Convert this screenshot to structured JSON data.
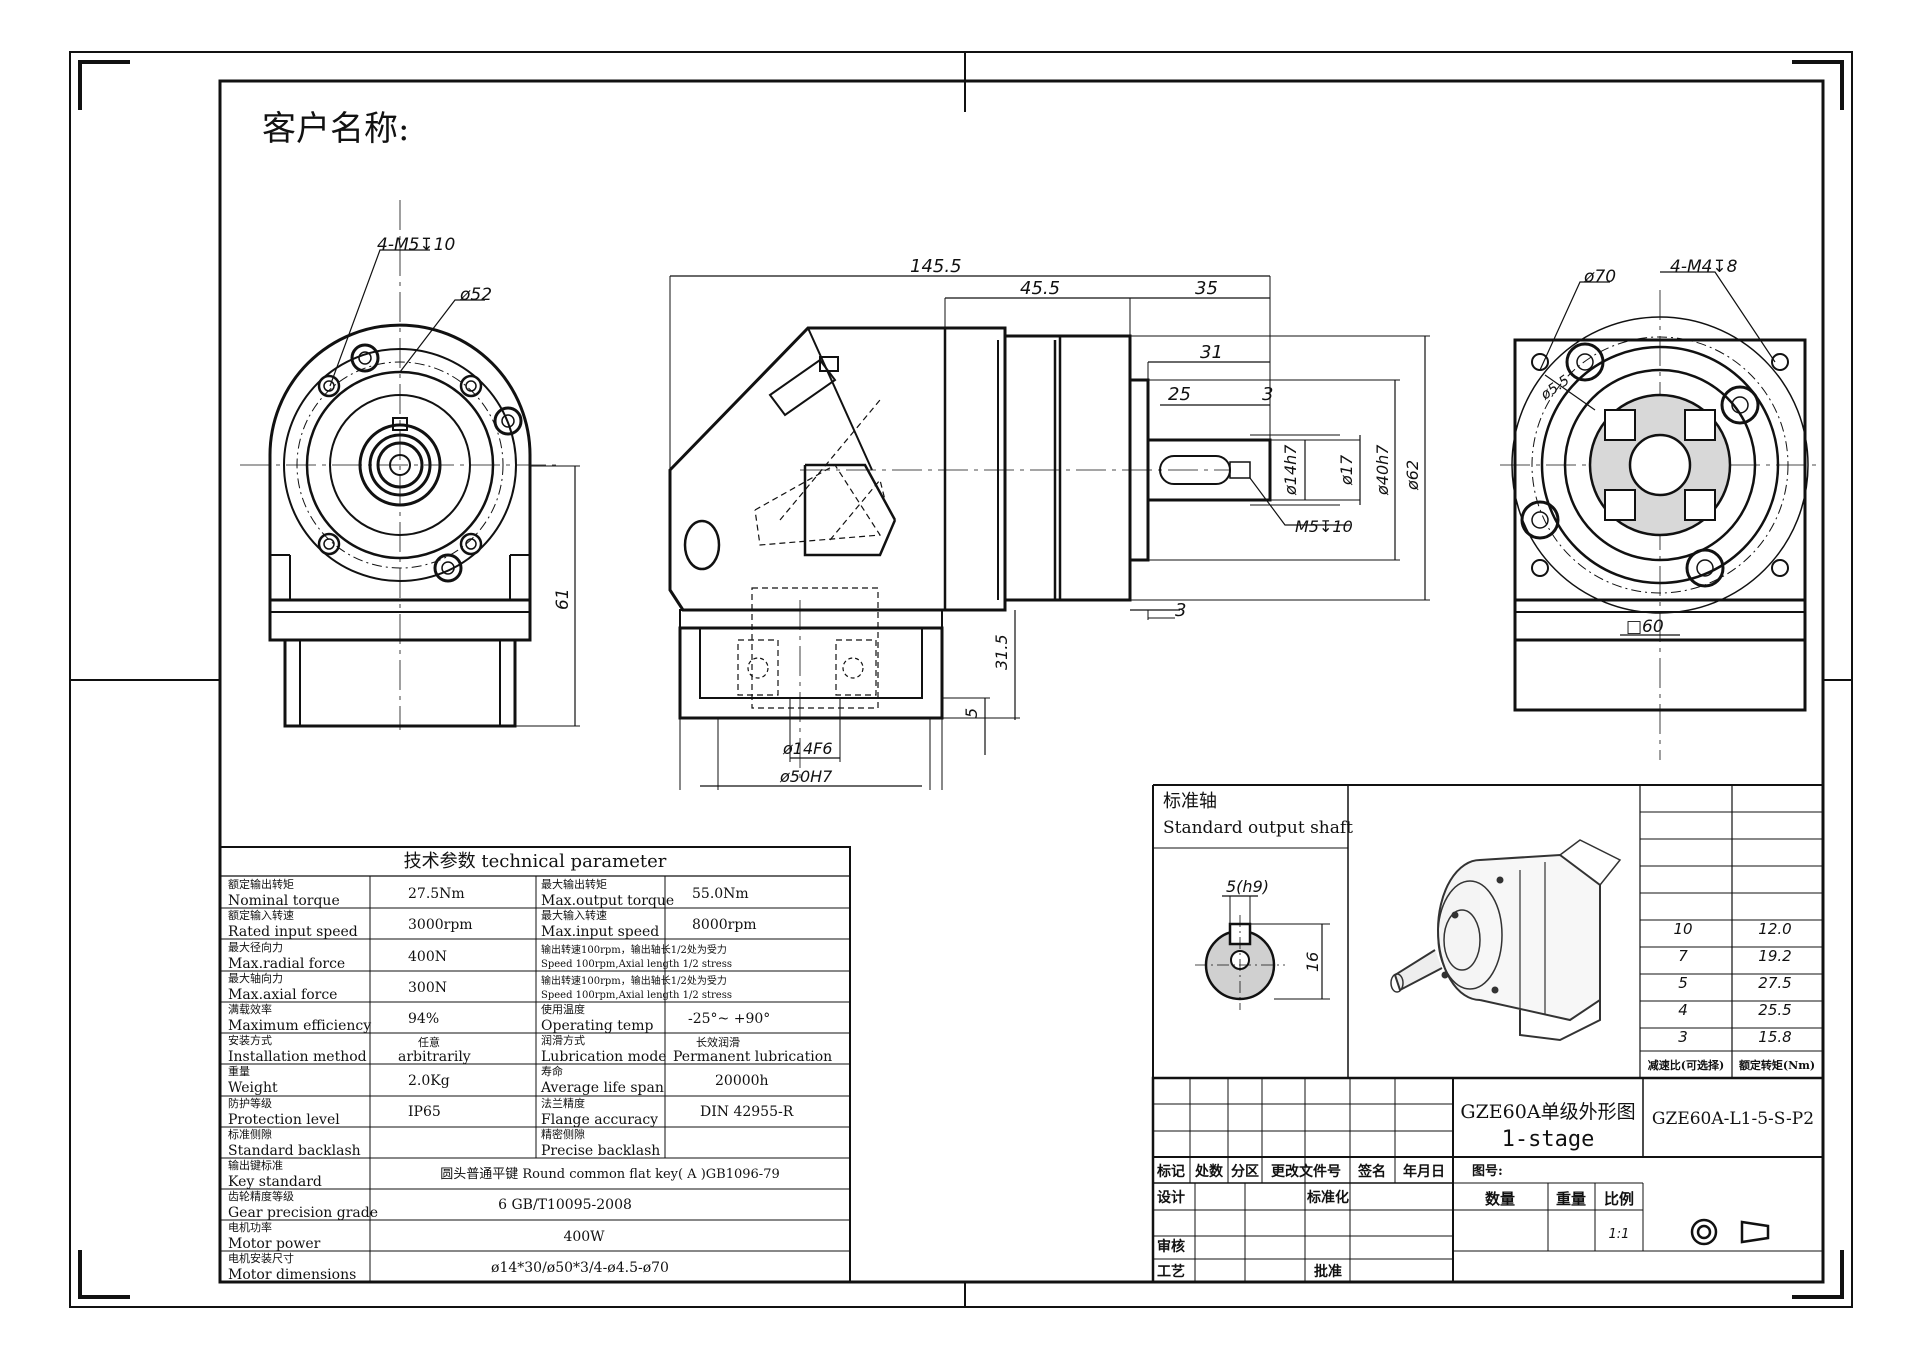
{
  "customer_label": "客户名称:",
  "dimensions": {
    "front_holes": "4-M5↧10",
    "front_pcd": "ø52",
    "front_height": "61",
    "total_length": "145.5",
    "body_length": "45.5",
    "shaft_length": "35",
    "key_length_31": "31",
    "key_length_25": "25",
    "key_offset_3": "3",
    "shaft_dia_14": "ø14h7",
    "shaft_dia_17": "ø17",
    "pilot_dia_40": "ø40h7",
    "flange_62": "ø62",
    "shaft_tap": "M5↧10",
    "flange_thk_3": "3",
    "input_dia_14": "ø14F6",
    "input_dia_50": "ø50H7",
    "height_31_5": "31.5",
    "height_5": "5",
    "rear_pcd": "ø70",
    "rear_holes": "4-M4↧8",
    "rear_dia_5": "ø5.5",
    "rear_square": "□60"
  },
  "shaft_section": {
    "title_cn": "标准轴",
    "title_en": "Standard output shaft",
    "key_width": "5(h9)",
    "key_height": "16"
  },
  "tech_table": {
    "title": "技术参数   technical parameter",
    "rows": [
      {
        "cn1": "额定输出转矩",
        "en1": "Nominal torque",
        "v1": "27.5Nm",
        "cn2": "最大输出转矩",
        "en2": "Max.output torque",
        "v2": "55.0Nm"
      },
      {
        "cn1": "额定输入转速",
        "en1": "Rated input speed",
        "v1": "3000rpm",
        "cn2": "最大输入转速",
        "en2": "Max.input speed",
        "v2": "8000rpm"
      },
      {
        "cn1": "最大径向力",
        "en1": "Max.radial force",
        "v1": "400N",
        "cn2": "输出转速100rpm，输出轴长1/2处为受力",
        "en2": "Speed 100rpm,Axial length 1/2 stress",
        "v2": ""
      },
      {
        "cn1": "最大轴向力",
        "en1": "Max.axial force",
        "v1": "300N",
        "cn2": "输出转速100rpm，输出轴长1/2处为受力",
        "en2": "Speed 100rpm,Axial length 1/2 stress",
        "v2": ""
      },
      {
        "cn1": "满载效率",
        "en1": "Maximum efficiency",
        "v1": "94%",
        "cn2": "使用温度",
        "en2": "Operating temp",
        "v2": "-25°~ +90°"
      },
      {
        "cn1": "安装方式",
        "en1": "Installation method",
        "v1": "任意",
        "v1b": "arbitrarily",
        "cn2": "润滑方式",
        "en2": "Lubrication mode",
        "v2": "长效润滑",
        "v2b": "Permanent lubrication"
      },
      {
        "cn1": "重量",
        "en1": "Weight",
        "v1": "2.0Kg",
        "cn2": "寿命",
        "en2": "Average life span",
        "v2": "20000h"
      },
      {
        "cn1": "防护等级",
        "en1": "Protection level",
        "v1": "IP65",
        "cn2": "法兰精度",
        "en2": "Flange accuracy",
        "v2": "DIN 42955-R"
      },
      {
        "cn1": "标准侧隙",
        "en1": "Standard backlash",
        "v1": "",
        "cn2": "精密侧隙",
        "en2": "Precise backlash",
        "v2": ""
      }
    ],
    "wide_rows": [
      {
        "cn": "输出键标准",
        "en": "Key standard",
        "v": "圆头普通平键  Round common flat key( A )GB1096-79"
      },
      {
        "cn": "齿轮精度等级",
        "en": "Gear precision grade",
        "v": "6 GB/T10095-2008"
      },
      {
        "cn": "电机功率",
        "en": "Motor power",
        "v": "400W"
      },
      {
        "cn": "电机安装尺寸",
        "en": "Motor  dimensions",
        "v": "ø14*30/ø50*3/4-ø4.5-ø70"
      }
    ]
  },
  "ratio_table": {
    "rows": [
      {
        "ratio": "10",
        "torque": "12.0"
      },
      {
        "ratio": "7",
        "torque": "19.2"
      },
      {
        "ratio": "5",
        "torque": "27.5"
      },
      {
        "ratio": "4",
        "torque": "25.5"
      },
      {
        "ratio": "3",
        "torque": "15.8"
      }
    ],
    "header_ratio": "减速比(可选择)",
    "header_torque": "额定转矩(Nm)"
  },
  "title_block": {
    "drawing_name": "GZE60A单级外形图",
    "stage": "1-stage",
    "drawing_no": "GZE60A-L1-5-S-P2",
    "h_mark": "标记",
    "h_count": "处数",
    "h_zone": "分区",
    "h_docno": "更改文件号",
    "h_sign": "签名",
    "h_date": "年月日",
    "h_figno": "图号:",
    "design": "设计",
    "standard": "标准化",
    "quantity": "数量",
    "weight": "重量",
    "scale": "比例",
    "scale_val": "1:1",
    "review": "审核",
    "process": "工艺",
    "approve": "批准"
  }
}
